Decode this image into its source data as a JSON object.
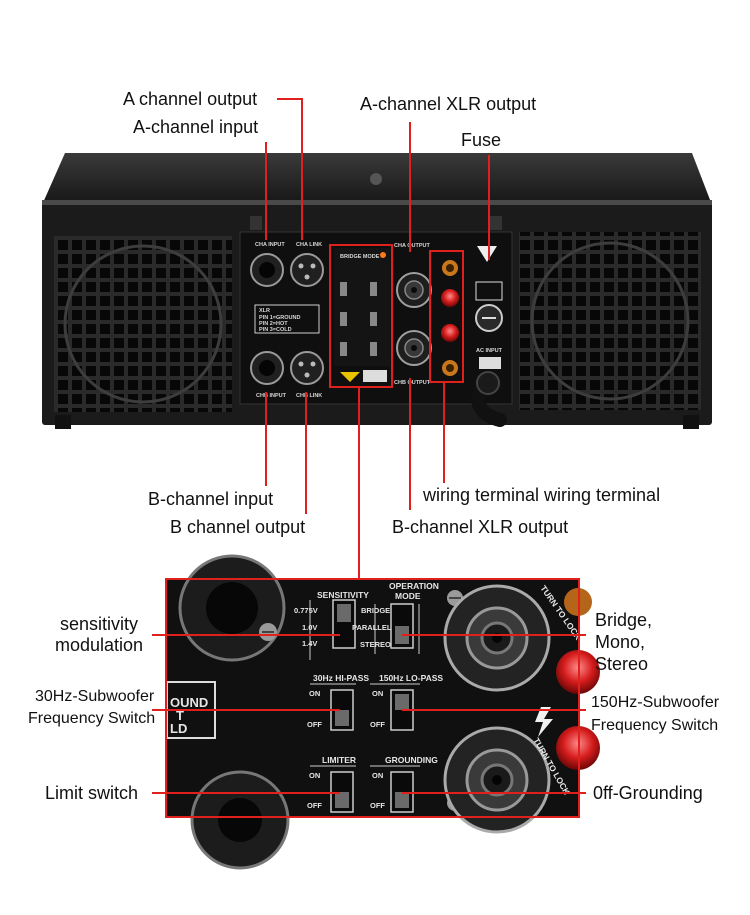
{
  "callouts": {
    "a_channel_output": "A channel output",
    "a_channel_input": "A-channel input",
    "a_channel_xlr_output": "A-channel XLR output",
    "fuse": "Fuse",
    "b_channel_input": "B-channel input",
    "b_channel_output": "B channel output",
    "wiring_terminal": "wiring terminal wiring terminal",
    "b_channel_xlr_output": "B-channel XLR output",
    "sensitivity_modulation_1": "sensitivity",
    "sensitivity_modulation_2": "modulation",
    "bridge_mono_stereo_1": "Bridge,",
    "bridge_mono_stereo_2": "Mono,",
    "bridge_mono_stereo_3": "Stereo",
    "subwoofer_30_1": "30Hz-Subwoofer",
    "subwoofer_30_2": "Frequency Switch",
    "subwoofer_150_1": "150Hz-Subwoofer",
    "subwoofer_150_2": "Frequency Switch",
    "limit_switch": "Limit switch",
    "off_grounding": "0ff-Grounding"
  },
  "panel_labels": {
    "cha_input": "CHA INPUT",
    "cha_link": "CHA LINK",
    "chb_input": "CHB INPUT",
    "chb_link": "CHB LINK",
    "xlr_pins_1": "XLR",
    "xlr_pins_2": "PIN 1=GROUND",
    "xlr_pins_3": "PIN 2=HOT",
    "xlr_pins_4": "PIN 3=COLD",
    "bridge_mode": "BRIDGE MODE",
    "cha_output": "CHA OUTPUT",
    "chb_output": "CHB OUTPUT",
    "ac_input": "AC INPUT"
  },
  "detail_labels": {
    "sensitivity": "SENSITIVITY",
    "sens_opt_1": "0.775V",
    "sens_opt_2": "1.0V",
    "sens_opt_3": "1.4V",
    "operation": "OPERATION",
    "mode": "MODE",
    "mode_opt_1": "BRIDGE",
    "mode_opt_2": "PARALLEL",
    "mode_opt_3": "STEREO",
    "hipass": "30Hz HI-PASS",
    "lopass": "150Hz LO-PASS",
    "limiter": "LIMITER",
    "grounding": "GROUNDING",
    "on": "ON",
    "off": "OFF",
    "turn_to_lock": "TURN TO LOCK",
    "side_1": "OUND",
    "side_2": "T",
    "side_3": "LD"
  },
  "colors": {
    "accent_red": "#e0201c",
    "chassis": "#1b1b1b",
    "panel": "#0f0f0f",
    "silk": "#d8d8d8"
  }
}
